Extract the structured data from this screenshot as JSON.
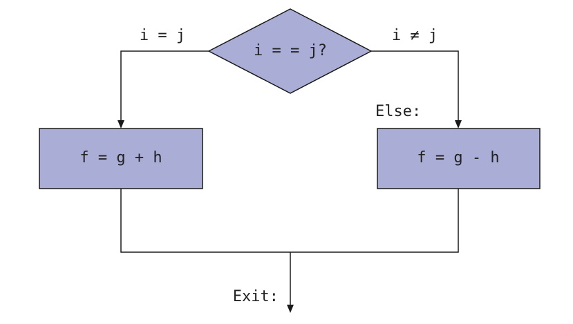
{
  "decision": {
    "text": "i = = j?"
  },
  "branches": {
    "true_label": "i = j",
    "false_label": "i ≠ j"
  },
  "boxes": {
    "then_text": "f = g + h",
    "else_text": "f = g - h"
  },
  "labels": {
    "else": "Else:",
    "exit": "Exit:"
  },
  "colors": {
    "box_fill": "#aaaed6",
    "stroke": "#1a1a1a",
    "text": "#222222"
  }
}
